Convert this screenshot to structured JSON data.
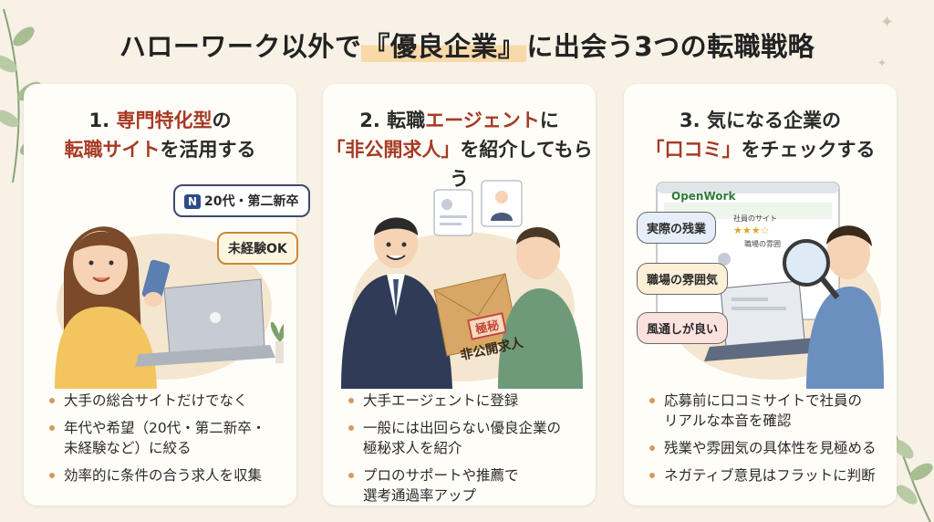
{
  "title": {
    "before": "ハローワーク以外で",
    "highlight": "『優良企業』",
    "after": "に出会う3つの転職戦略"
  },
  "cards": [
    {
      "head_line1_prefix": "1. ",
      "head_line1_accent": "専門特化型",
      "head_line1_suffix": "の",
      "head_line2_accent": "転職サイト",
      "head_line2_suffix": "を活用する",
      "bubble1": "20代・第二新卒",
      "bubble2": "未経験OK",
      "bullets": [
        [
          "大手の総合サイトだけでなく"
        ],
        [
          "年代や希望（20代・第二新卒・",
          "未経験など）に絞る"
        ],
        [
          "効率的に条件の合う求人を収集"
        ]
      ]
    },
    {
      "head_line1_prefix": "2. 転職",
      "head_line1_accent": "エージェント",
      "head_line1_suffix": "に",
      "head_line2_accent": "「非公開求人」",
      "head_line2_suffix": "を紹介してもらう",
      "stamp": "極秘",
      "envelope_label": "非公開求人",
      "bullets": [
        [
          "大手エージェントに登録"
        ],
        [
          "一般には出回らない優良企業の",
          "極秘求人を紹介"
        ],
        [
          "プロのサポートや推薦で",
          "選考通過率アップ"
        ]
      ]
    },
    {
      "head_line1_prefix": "3. 気になる企業の",
      "head_line2_accent": "「口コミ」",
      "head_line2_suffix": "をチェックする",
      "site_name": "OpenWork",
      "site_label1": "社員のサイト",
      "site_label2": "職場の雰囲",
      "pill1": "実際の残業",
      "pill2": "職場の雰囲気",
      "pill3": "風通しが良い",
      "bullets": [
        [
          "応募前に口コミサイトで社員の",
          "リアルな本音を確認"
        ],
        [
          "残業や雰囲気の具体性を見極める"
        ],
        [
          "ネガティブ意見はフラットに判断"
        ]
      ]
    }
  ],
  "colors": {
    "background": "#f7f1e6",
    "accent": "#a63a25",
    "highlight": "#f8d9a8",
    "card": "#fffdf8"
  }
}
